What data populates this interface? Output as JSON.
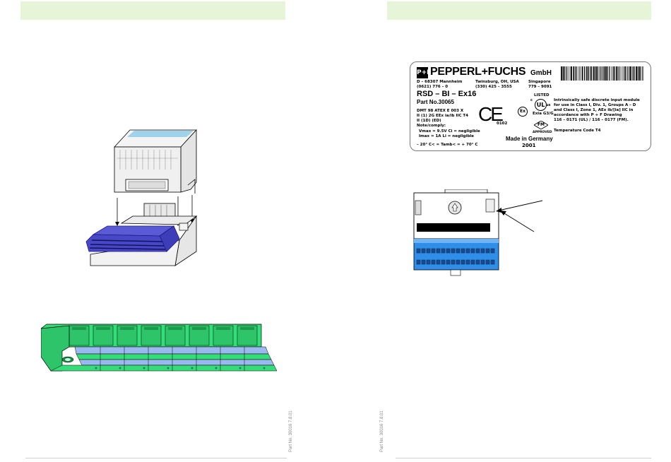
{
  "label": {
    "brand_logo": "P+F",
    "brand": "PEPPERL+FUCHS",
    "brand_suffix": "GmbH",
    "addr_de_1": "D – 68307 Mannheim",
    "addr_de_2": "(0621) 776 – 0",
    "addr_us_1": "Twinsburg, OH, USA",
    "addr_us_2": "(330) 425 – 3555",
    "addr_sg_1": "Singapore",
    "addr_sg_2": "779 – 9091",
    "model": "RSD – BI – Ex16",
    "part_no": "Part No.30065",
    "cert_lines": [
      "DMT 98 ATEX E 003 X",
      "II (1) 2G EEx ia/ib IIC T4",
      "II (1D) (ED)",
      "Note/comply:"
    ],
    "elec_lines": [
      "Vmax = 9.5V  Ci = negligible",
      "Imax = 1A    Li = negligible"
    ],
    "temp": "– 20° C< = Tamb< = + 70° C",
    "ce": "CE",
    "ce_num": "0102",
    "ex": "Ex",
    "listed": "LISTED",
    "ul_c": "c",
    "ul_us": "us",
    "exia_code": "Exia  G3/G",
    "fm": "FM",
    "approved": "APPROVED",
    "desc_lines": [
      "Intrinsically safe discrete input module",
      "for use in Class I, Div. 1, Groups A – D",
      "and Class I, Zone 1, AEx ib/[ia] IIC in",
      "accordance with P + F Drawing",
      "116 – 0171 (UL) / 116 – 0177 (FM)."
    ],
    "temp_code": "Temperature Code T4",
    "made_in": "Made in Germany",
    "year": "2001"
  },
  "side_text_left": "Part No. 30016 7.8.01",
  "side_text_right": "Part No. 30016 7.8.01",
  "colors": {
    "header_bar": "#e6f4d8",
    "blue": "#4747c8",
    "green": "#33dd77",
    "terminal_blue": "#2f8ee8",
    "light_blue": "#9cb8f0"
  }
}
